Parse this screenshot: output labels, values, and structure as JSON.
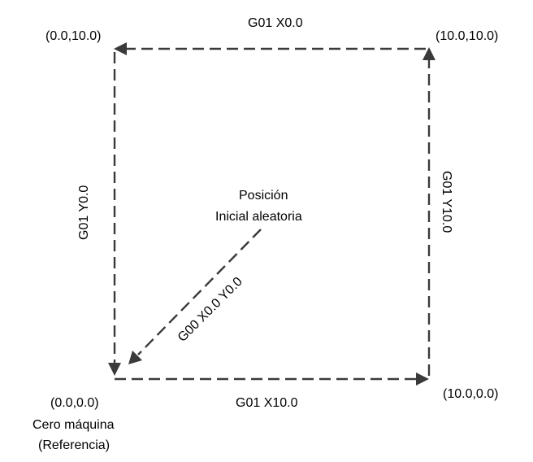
{
  "corners": {
    "top_left": "(0.0,10.0)",
    "top_right": "(10.0,10.0)",
    "bottom_left": "(0.0,0.0)",
    "bottom_right": "(10.0,0.0)"
  },
  "origin": {
    "line1": "Cero máquina",
    "line2": "(Referencia)"
  },
  "moves": {
    "bottom": "G01 X10.0",
    "right": "G01 Y10.0",
    "top": "G01 X0.0",
    "left": "G01 Y0.0",
    "diagonal": "G00 X0.0 Y0.0"
  },
  "start": {
    "line1": "Posición",
    "line2": "Inicial aleatoria"
  },
  "colors": {
    "stroke": "#3a3a3a",
    "text": "#000000"
  }
}
